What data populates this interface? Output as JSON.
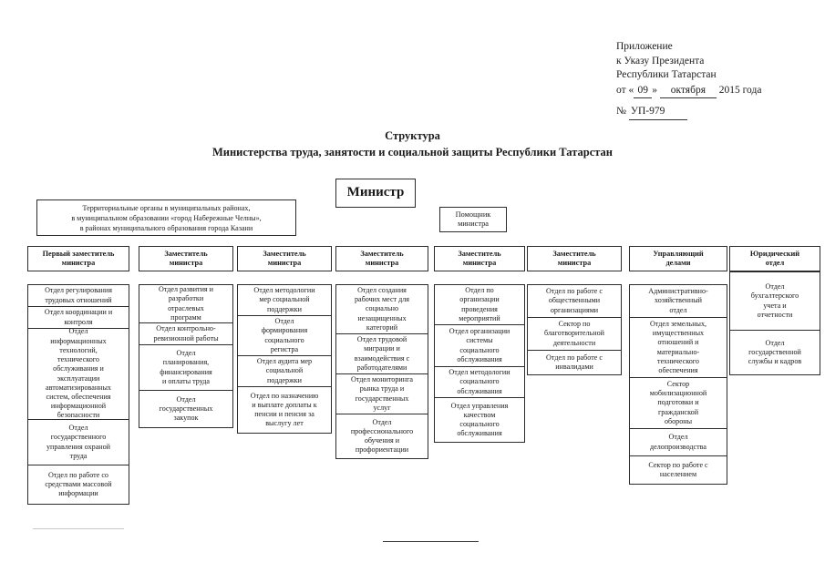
{
  "header_note": {
    "line1": "Приложение",
    "line2": "к Указу Президента",
    "line3": "Республики Татарстан",
    "date_prefix": "от «",
    "date_day": "09",
    "date_mid": "» ",
    "date_month": "октября",
    "date_year": "2015 года",
    "number_label": "№",
    "number_value": "УП-979"
  },
  "title": {
    "line1": "Структура",
    "line2": "Министерства труда, занятости и социальной защиты Республики Татарстан"
  },
  "minister": {
    "label": "Министр"
  },
  "assistant": {
    "label": "Помощник\nминистра"
  },
  "territorial": {
    "line1": "Территориальные органы в муниципальных районах,",
    "line2": "в муниципальном  образовании «город Набережные Челны»,",
    "line3": "в районах муниципального образования города Казани"
  },
  "columns": [
    {
      "head": "Первый заместитель\nминистра",
      "items": [
        "Отдел регулирования\nтрудовых отношений",
        "Отдел координации и\nконтроля",
        "Отдел\nинформационных\nтехнологий,\nтехнического\nобслуживания и\nэксплуатации\nавтоматизированных\nсистем, обеспечения\nинформационной\nбезопасности",
        "Отдел\nгосударственного\nуправления охраной\nтруда",
        "Отдел по работе со\nсредствами массовой\nинформации"
      ]
    },
    {
      "head": "Заместитель\nминистра",
      "items": [
        "Отдел развития и\nразработки\nотраслевых\nпрограмм",
        "Отдел контрольно-\nревизионной работы",
        "Отдел\nпланирования,\nфинансирования\nи оплаты труда",
        "Отдел\nгосударственных\nзакупок"
      ]
    },
    {
      "head": "Заместитель\nминистра",
      "items": [
        "Отдел методологии\nмер социальной\nподдержки",
        "Отдел\nформирования\nсоциального\nрегистра",
        "Отдел аудита мер\nсоциальной\nподдержки",
        "Отдел по назначению\nи выплате доплаты к\nпенсии и пенсия за\nвыслугу лет"
      ]
    },
    {
      "head": "Заместитель\nминистра",
      "items": [
        "Отдел создания\nрабочих мест для\nсоциально\nнезащищенных\nкатегорий",
        "Отдел трудовой\nмиграции и\nвзаимодействия с\nработодателями",
        "Отдел мониторинга\nрынка труда и\nгосударственных\nуслуг",
        "Отдел\nпрофессионального\nобучения и\nпрофориентации"
      ]
    },
    {
      "head": "Заместитель\nминистра",
      "items": [
        "Отдел по\nорганизации\nпроведения\nмероприятий",
        "Отдел организации\nсистемы\nсоциального\nобслуживания",
        "Отдел методологии\nсоциального\nобслуживания",
        "Отдел управления\nкачеством\nсоциального\nобслуживания"
      ]
    },
    {
      "head": "Заместитель\nминистра",
      "items": [
        "Отдел по работе с\nобщественными\nорганизациями",
        "Сектор по\nблаготворительной\nдеятельности",
        "Отдел по работе с\nинвалидами"
      ]
    },
    {
      "head": "Управляющий\nделами",
      "items": [
        "Административно-\nхозяйственный\nотдел",
        "Отдел земельных,\nимущественных\nотношений  и\nматериально-\nтехнического\nобеспечения",
        "Сектор\nмобилизационной\nподготовки и\nгражданской\nобороны",
        "Отдел\nделопроизводства",
        "Сектор по работе с\nнаселением"
      ]
    },
    {
      "head": "Юридический\nотдел",
      "items": [
        "Отдел\nбухгалтерского\nучета и\nотчетности",
        "Отдел\nгосударственной\nслужбы и кадров"
      ]
    }
  ],
  "layout": {
    "column_x": [
      30,
      152,
      260,
      368,
      476,
      578,
      690,
      800
    ],
    "column_w": [
      112,
      104,
      104,
      102,
      100,
      104,
      108,
      100
    ],
    "stack_y": [
      312,
      312,
      312,
      312,
      312,
      312,
      312,
      298
    ],
    "item_heights": [
      [
        24,
        24,
        100,
        50,
        42
      ],
      [
        42,
        24,
        50,
        40
      ],
      [
        34,
        44,
        34,
        50
      ],
      [
        54,
        44,
        44,
        48
      ],
      [
        44,
        46,
        34,
        48
      ],
      [
        36,
        36,
        26
      ],
      [
        36,
        66,
        56,
        30,
        30
      ],
      [
        64,
        48
      ]
    ]
  }
}
